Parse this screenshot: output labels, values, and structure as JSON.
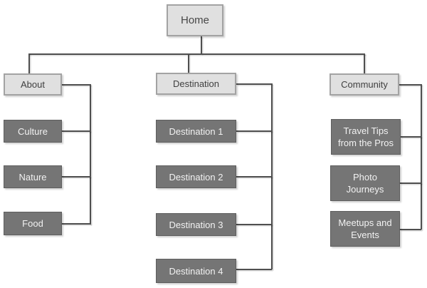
{
  "sitemap": {
    "root": {
      "label": "Home"
    },
    "branches": [
      {
        "label": "About",
        "children": [
          {
            "label": "Culture"
          },
          {
            "label": "Nature"
          },
          {
            "label": "Food"
          }
        ]
      },
      {
        "label": "Destination",
        "children": [
          {
            "label": "Destination 1"
          },
          {
            "label": "Destination 2"
          },
          {
            "label": "Destination 3"
          },
          {
            "label": "Destination 4"
          }
        ]
      },
      {
        "label": "Community",
        "children": [
          {
            "label": "Travel Tips from the Pros"
          },
          {
            "label": "Photo Journeys"
          },
          {
            "label": "Meetups and Events"
          }
        ]
      }
    ],
    "colors": {
      "root_fill": "#e0e0e0",
      "root_border": "#a3a3a3",
      "header_fill": "#e0e0e0",
      "header_border": "#a3a3a3",
      "child_fill": "#757575",
      "child_border": "#5e5e5e",
      "edge_line": "#4f4f4f",
      "text_dark": "#3f3f3f",
      "text_light": "#f2f2f2",
      "background": "#ffffff"
    }
  }
}
